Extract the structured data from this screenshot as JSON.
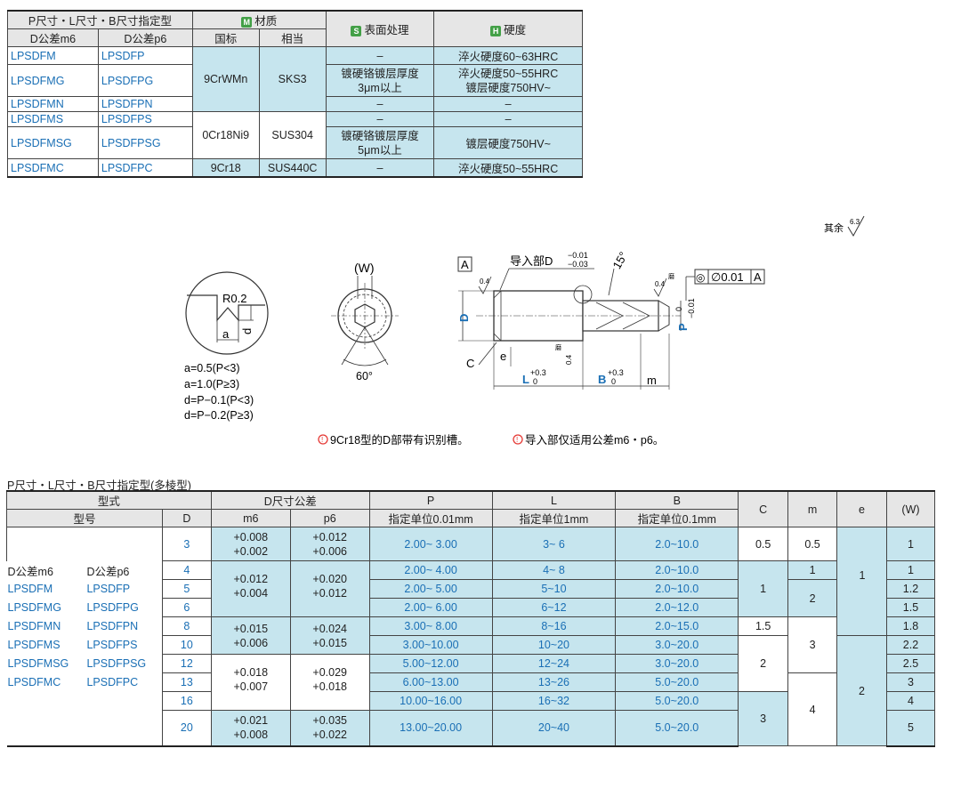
{
  "material_table": {
    "header": {
      "designation": "P尺寸・L尺寸・B尺寸指定型",
      "tol_m6": "D公差m6",
      "tol_p6": "D公差p6",
      "material": "材质",
      "material_badge": "M",
      "gb": "国标",
      "equiv": "相当",
      "surface": "表面处理",
      "surface_badge": "S",
      "hardness": "硬度",
      "hardness_badge": "H"
    },
    "rows": [
      {
        "m6": "LPSDFM",
        "p6": "LPSDFP",
        "surface": "–",
        "hardness": "淬火硬度60~63HRC"
      },
      {
        "m6": "LPSDFMG",
        "p6": "LPSDFPG",
        "surface": "镀硬铬镀层厚度3μm以上",
        "hardness": "淬火硬度50~55HRC 镀层硬度750HV~"
      },
      {
        "m6": "LPSDFMN",
        "p6": "LPSDFPN",
        "surface": "–",
        "hardness": "–"
      },
      {
        "m6": "LPSDFMS",
        "p6": "LPSDFPS",
        "surface": "–",
        "hardness": "–"
      },
      {
        "m6": "LPSDFMSG",
        "p6": "LPSDFPSG",
        "surface": "镀硬铬镀层厚度5μm以上",
        "hardness": "镀层硬度750HV~"
      },
      {
        "m6": "LPSDFMC",
        "p6": "LPSDFPC",
        "gb": "9Cr18",
        "equiv": "SUS440C",
        "surface": "–",
        "hardness": "淬火硬度50~55HRC"
      }
    ],
    "group1": {
      "gb": "9CrWMn",
      "equiv": "SKS3"
    },
    "group2": {
      "gb": "0Cr18Ni9",
      "equiv": "SUS304"
    },
    "surface_g_lines": [
      "镀硬铬镀层厚度",
      "3μm以上"
    ],
    "hardness_g_lines": [
      "淬火硬度50~55HRC",
      "镀层硬度750HV~"
    ],
    "surface_sg_lines": [
      "镀硬铬镀层厚度",
      "5μm以上"
    ]
  },
  "drawing": {
    "roughness_note": "其余",
    "roughness_value": "6.3",
    "detail_r": "R0.2",
    "detail_a": "a",
    "detail_d": "d",
    "formulas": [
      "a=0.5(P<3)",
      "a=1.0(P≥3)",
      "d=P−0.1(P<3)",
      "d=P−0.2(P≥3)"
    ],
    "w_label": "(W)",
    "angle_60": "60°",
    "datum_a": "A",
    "guide_label": "导入部D",
    "guide_tol_upper": "−0.01",
    "guide_tol_lower": "−0.03",
    "angle_15": "15°",
    "rough_04": "0.4",
    "rough_04_mark": "磨",
    "concentric": "◎",
    "concentric_tol": "∅0.01",
    "concentric_datum": "A",
    "d_label": "D",
    "p_label": "P",
    "p_tol_upper": "0",
    "p_tol_lower": "−0.01",
    "c_label": "C",
    "e_label": "e",
    "l_label": "L",
    "l_tol_upper": "+0.3",
    "l_tol_lower": "0",
    "b_label": "B",
    "b_tol_upper": "+0.3",
    "b_tol_lower": "0",
    "m_label": "m"
  },
  "notes": {
    "note1": "9Cr18型的D部带有识别槽。",
    "note2": "导入部仅适用公差m6・p6。"
  },
  "spec_caption": "P尺寸・L尺寸・B尺寸指定型(多棱型)",
  "spec_table": {
    "h_type": "型式",
    "h_model": "型号",
    "h_d": "D",
    "h_dtol": "D尺寸公差",
    "h_m6": "m6",
    "h_p6": "p6",
    "h_p": "P",
    "h_p_unit": "指定单位0.01mm",
    "h_l": "L",
    "h_l_unit": "指定单位1mm",
    "h_b": "B",
    "h_b_unit": "指定单位0.1mm",
    "h_c": "C",
    "h_m": "m",
    "h_e": "e",
    "h_w": "(W)",
    "models_m6_header": "D公差m6",
    "models_p6_header": "D公差p6",
    "models": [
      {
        "m6": "LPSDFM",
        "p6": "LPSDFP"
      },
      {
        "m6": "LPSDFMG",
        "p6": "LPSDFPG"
      },
      {
        "m6": "LPSDFMN",
        "p6": "LPSDFPN"
      },
      {
        "m6": "LPSDFMS",
        "p6": "LPSDFPS"
      },
      {
        "m6": "LPSDFMSG",
        "p6": "LPSDFPSG"
      },
      {
        "m6": "LPSDFMC",
        "p6": "LPSDFPC"
      }
    ],
    "rows": [
      {
        "d": "3",
        "p": "2.00~ 3.00",
        "l": "3~ 6",
        "b": "2.0~10.0",
        "w": "1"
      },
      {
        "d": "4",
        "p": "2.00~ 4.00",
        "l": "4~ 8",
        "b": "2.0~10.0",
        "w": "1"
      },
      {
        "d": "5",
        "p": "2.00~ 5.00",
        "l": "5~10",
        "b": "2.0~10.0",
        "w": "1.2"
      },
      {
        "d": "6",
        "p": "2.00~ 6.00",
        "l": "6~12",
        "b": "2.0~12.0",
        "w": "1.5"
      },
      {
        "d": "8",
        "p": "3.00~ 8.00",
        "l": "8~16",
        "b": "2.0~15.0",
        "w": "1.8"
      },
      {
        "d": "10",
        "p": "3.00~10.00",
        "l": "10~20",
        "b": "3.0~20.0",
        "w": "2.2"
      },
      {
        "d": "12",
        "p": "5.00~12.00",
        "l": "12~24",
        "b": "3.0~20.0",
        "w": "2.5"
      },
      {
        "d": "13",
        "p": "6.00~13.00",
        "l": "13~26",
        "b": "5.0~20.0",
        "w": "3"
      },
      {
        "d": "16",
        "p": "10.00~16.00",
        "l": "16~32",
        "b": "5.0~20.0",
        "w": "4"
      },
      {
        "d": "20",
        "p": "13.00~20.00",
        "l": "20~40",
        "b": "5.0~20.0",
        "w": "5"
      }
    ],
    "tol": {
      "g1_m6": [
        "+0.008",
        "+0.002"
      ],
      "g1_p6": [
        "+0.012",
        "+0.006"
      ],
      "g2_m6": [
        "+0.012",
        "+0.004"
      ],
      "g2_p6": [
        "+0.020",
        "+0.012"
      ],
      "g3_m6": [
        "+0.015",
        "+0.006"
      ],
      "g3_p6": [
        "+0.024",
        "+0.015"
      ],
      "g4_m6": [
        "+0.018",
        "+0.007"
      ],
      "g4_p6": [
        "+0.029",
        "+0.018"
      ],
      "g5_m6": [
        "+0.021",
        "+0.008"
      ],
      "g5_p6": [
        "+0.035",
        "+0.022"
      ]
    },
    "c_vals": {
      "c1": "0.5",
      "c2": "1",
      "c3": "1.5",
      "c4": "2",
      "c5": "3"
    },
    "m_vals": {
      "m1": "0.5",
      "m2": "1",
      "m3": "2",
      "m4": "3",
      "m5": "4"
    },
    "e_vals": {
      "e1": "1",
      "e2": "2"
    }
  }
}
